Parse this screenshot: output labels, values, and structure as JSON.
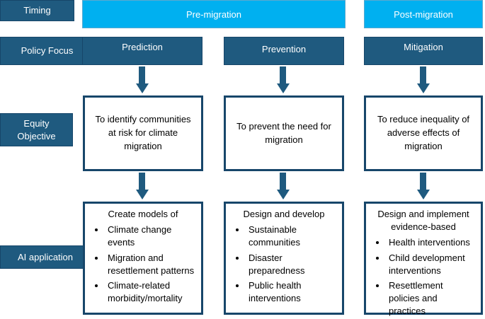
{
  "row_labels": {
    "timing": "Timing",
    "policy_focus": "Policy Focus",
    "equity_objective": "Equity Objective",
    "ai_application": "AI application"
  },
  "timing": {
    "pre": "Pre-migration",
    "post": "Post-migration"
  },
  "columns": [
    {
      "focus": "Prediction",
      "objective": "To identify communities at risk for climate migration",
      "app_heading": "Create models of",
      "app_items": [
        "Climate change events",
        "Migration and resettlement patterns",
        "Climate-related morbidity/mortality"
      ]
    },
    {
      "focus": "Prevention",
      "objective": "To prevent the need for migration",
      "app_heading": "Design and develop",
      "app_items": [
        "Sustainable communities",
        "Disaster preparedness",
        "Public health interventions"
      ]
    },
    {
      "focus": "Mitigation",
      "objective": "To reduce inequality of adverse effects of migration",
      "app_heading": "Design and implement evidence-based",
      "app_items": [
        "Health interventions",
        "Child development interventions",
        "Resettlement policies and practices"
      ]
    }
  ],
  "colors": {
    "label_fill": "#1f5a7f",
    "timing_fill": "#00b0f0",
    "border": "#17466a"
  }
}
